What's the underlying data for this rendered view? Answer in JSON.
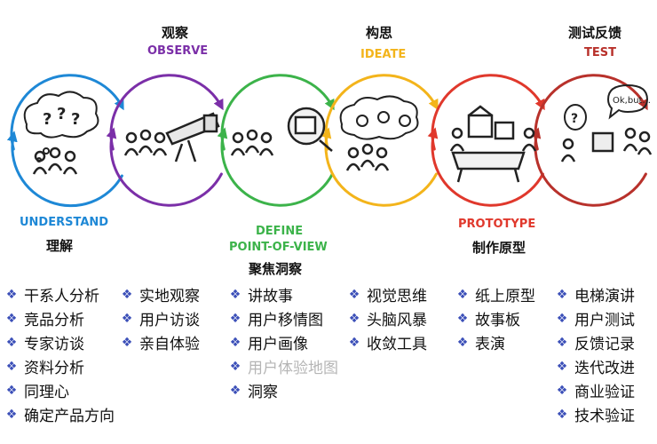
{
  "colors": {
    "understand": "#1e88d6",
    "observe": "#7b2fa8",
    "define": "#3cb34a",
    "ideate": "#f3b41b",
    "prototype": "#e0382c",
    "test": "#b8312b",
    "bullet": "#3b4fb8",
    "muted_text": "#b5b5b5"
  },
  "stages": [
    {
      "en": "UNDERSTAND",
      "zh": "理解"
    },
    {
      "en": "OBSERVE",
      "zh": "观察"
    },
    {
      "en": "DEFINE",
      "en2": "POINT-OF-VIEW",
      "zh": "聚焦洞察"
    },
    {
      "en": "IDEATE",
      "zh": "构思"
    },
    {
      "en": "PROTOTYPE",
      "zh": "制作原型"
    },
    {
      "en": "TEST",
      "zh": "测试反馈"
    }
  ],
  "sketches": {
    "bubble_text": "Ok,but...",
    "question_mark": "?"
  },
  "lists": {
    "understand": [
      "干系人分析",
      "竞品分析",
      "专家访谈",
      "资料分析",
      "同理心",
      "确定产品方向"
    ],
    "observe": [
      "实地观察",
      "用户访谈",
      "亲自体验"
    ],
    "define": [
      "讲故事",
      "用户移情图",
      "用户画像",
      "用户体验地图",
      "洞察"
    ],
    "ideate": [
      "视觉思维",
      "头脑风暴",
      "收敛工具"
    ],
    "prototype": [
      "纸上原型",
      "故事板",
      "表演"
    ],
    "test": [
      "电梯演讲",
      "用户测试",
      "反馈记录",
      "迭代改进",
      "商业验证",
      "技术验证"
    ]
  }
}
